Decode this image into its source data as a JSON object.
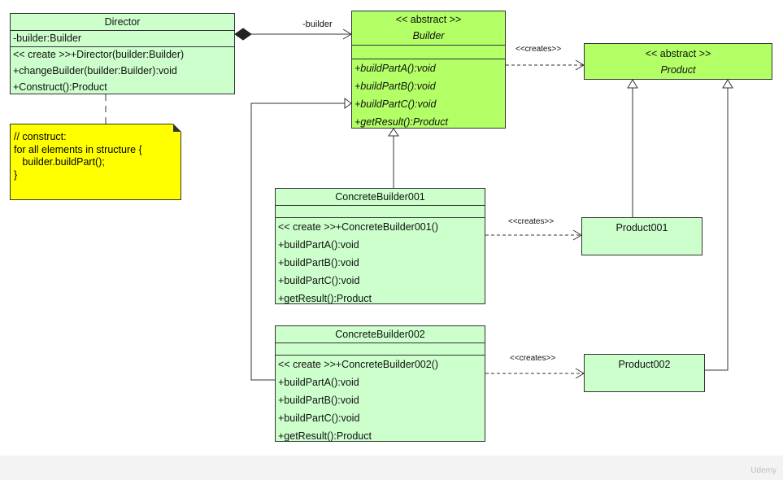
{
  "director": {
    "name": "Director",
    "attributes": [
      "-builder:Builder"
    ],
    "operations": [
      "<< create >>+Director(builder:Builder)",
      "+changeBuilder(builder:Builder):void",
      "+Construct():Product"
    ]
  },
  "builder": {
    "stereotype": "<< abstract >>",
    "name": "Builder",
    "operations": [
      "+buildPartA():void",
      "+buildPartB():void",
      "+buildPartC():void",
      "+getResult():Product"
    ]
  },
  "product": {
    "stereotype": "<< abstract >>",
    "name": "Product"
  },
  "concrete_builder_001": {
    "name": "ConcreteBuilder001",
    "operations": [
      "<< create >>+ConcreteBuilder001()",
      "+buildPartA():void",
      "+buildPartB():void",
      "+buildPartC():void",
      "+getResult():Product"
    ]
  },
  "concrete_builder_002": {
    "name": "ConcreteBuilder002",
    "operations": [
      "<< create >>+ConcreteBuilder002()",
      "+buildPartA():void",
      "+buildPartB():void",
      "+buildPartC():void",
      "+getResult():Product"
    ]
  },
  "product_001": {
    "name": "Product001"
  },
  "product_002": {
    "name": "Product002"
  },
  "note": {
    "lines": [
      "// construct:",
      "for all elements in structure {",
      "   builder.buildPart();",
      "}"
    ]
  },
  "labels": {
    "builder_role": "-builder",
    "creates": "<<creates>>"
  },
  "watermark": "Udemy",
  "colors": {
    "class_fill": "#ccffcc",
    "abstract_fill": "#b3ff66",
    "note_fill": "#ffff00",
    "line": "#333333"
  }
}
